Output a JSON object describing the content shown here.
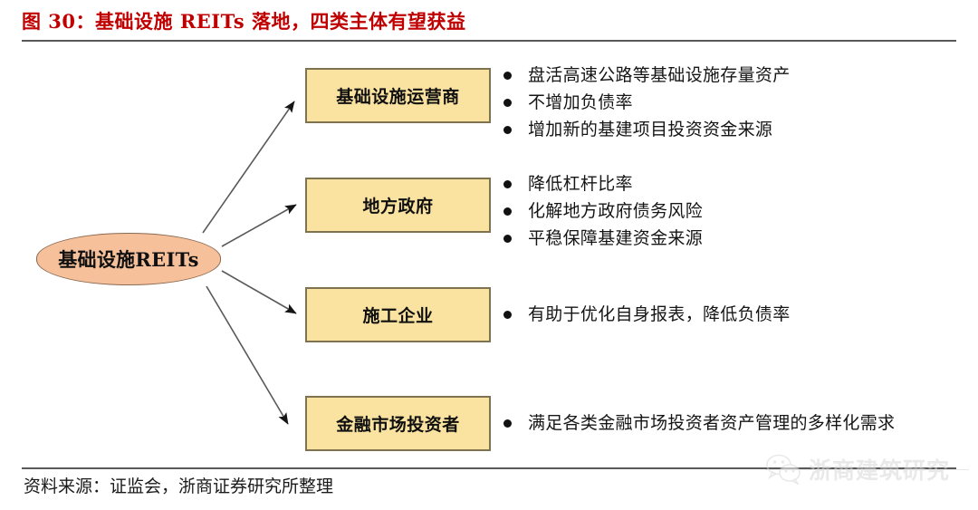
{
  "figure": {
    "title": "图 30：基础设施 REITs 落地，四类主体有望获益",
    "title_color": "#C00000"
  },
  "diagram": {
    "type": "flow-fan-out",
    "center_node": {
      "label": "基础设施REITs",
      "shape": "ellipse",
      "fill": "#F5C09A",
      "border": "#8A6A52"
    },
    "box_fill": "#FAE3A0",
    "box_border": "#7F7250",
    "arrow_color": "#595959",
    "branches": [
      {
        "box_label": "基础设施运营商",
        "bullets": [
          "盘活高速公路等基础设施存量资产",
          "不增加负债率",
          "增加新的基建项目投资资金来源"
        ]
      },
      {
        "box_label": "地方政府",
        "bullets": [
          "降低杠杆比率",
          "化解地方政府债务风险",
          "平稳保障基建资金来源"
        ]
      },
      {
        "box_label": "施工企业",
        "bullets": [
          "有助于优化自身报表，降低负债率"
        ]
      },
      {
        "box_label": "金融市场投资者",
        "bullets": [
          "满足各类金融市场投资者资产管理的多样化需求"
        ]
      }
    ]
  },
  "footer": {
    "source": "资料来源：证监会，浙商证券研究所整理"
  },
  "watermark": {
    "text": "浙商建筑研究",
    "logo": "wechat-icon",
    "color": "#D8D8D8"
  }
}
